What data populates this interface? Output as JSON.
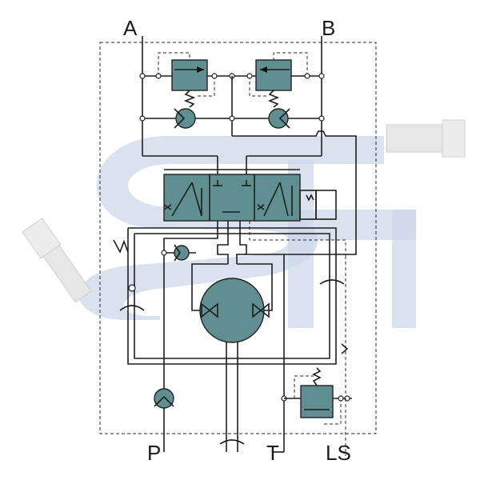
{
  "ports": {
    "a": "A",
    "b": "B",
    "p": "P",
    "t": "T",
    "ls": "LS"
  },
  "colors": {
    "component_fill": "#5f8f91",
    "line": "#1e1e1e",
    "watermark": "#cfd8ea"
  }
}
